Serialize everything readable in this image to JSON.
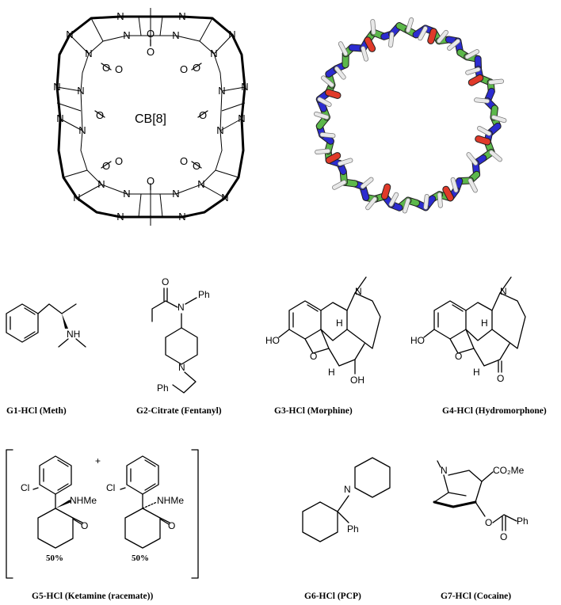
{
  "figure": {
    "host_label": "CB[8]",
    "host_atoms": {
      "nitrogen": "N",
      "oxygen": "O"
    },
    "model_colors": {
      "carbon": "#5cb84a",
      "nitrogen": "#2c2cd0",
      "oxygen": "#e03a2a",
      "hydrogen": "#e8e8e8"
    },
    "guests": [
      {
        "id": "g1",
        "caption": "G1-HCl (Meth)",
        "atoms": {
          "amine": "NH"
        }
      },
      {
        "id": "g2",
        "caption": "G2-Citrate (Fentanyl)",
        "atoms": {
          "carbonyl_o": "O",
          "amide_n": "N",
          "phenyl": "Ph",
          "ring_n": "N",
          "phenethyl": "Ph"
        }
      },
      {
        "id": "g3",
        "caption": "G3-HCl (Morphine)",
        "atoms": {
          "hydroxyl1": "HO",
          "amine": "N",
          "hydrogen1": "H",
          "ether": "O",
          "hydrogen2": "H",
          "hydroxyl2": "OH"
        }
      },
      {
        "id": "g4",
        "caption": "G4-HCl (Hydromorphone)",
        "atoms": {
          "hydroxyl": "HO",
          "amine": "N",
          "hydrogen1": "H",
          "ether": "O",
          "hydrogen2": "H",
          "ketone": "O"
        }
      },
      {
        "id": "g5",
        "caption": "G5-HCl (Ketamine (racemate))",
        "atoms": {
          "chloro1": "Cl",
          "amine1": "NHMe",
          "ketone1": "O",
          "chloro2": "Cl",
          "amine2": "NHMe",
          "ketone2": "O"
        },
        "plus": "+",
        "pct1": "50%",
        "pct2": "50%"
      },
      {
        "id": "g6",
        "caption": "G6-HCl (PCP)",
        "atoms": {
          "amine": "N",
          "phenyl": "Ph"
        }
      },
      {
        "id": "g7",
        "caption": "G7-HCl (Cocaine)",
        "atoms": {
          "amine": "N",
          "ester": "CO₂Me",
          "ether": "O",
          "phenyl": "Ph",
          "carbonyl_o": "O"
        }
      }
    ]
  }
}
